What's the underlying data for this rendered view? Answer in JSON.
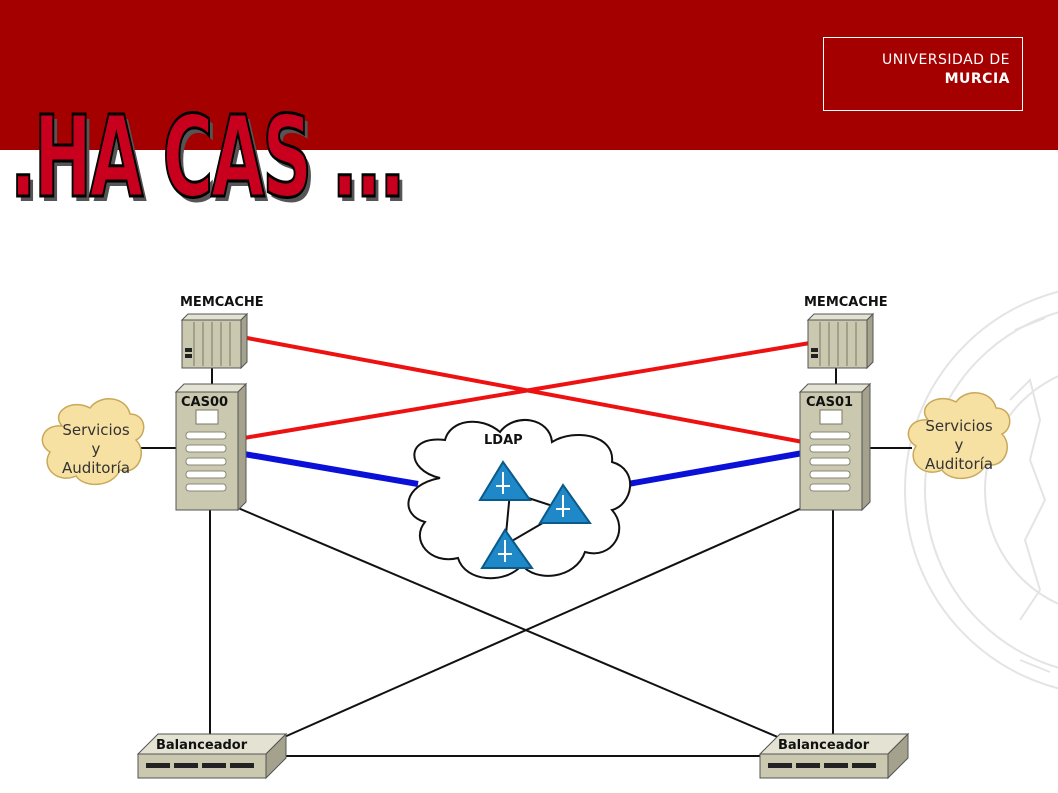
{
  "header": {
    "logo_line1": "UNIVERSIDAD DE",
    "logo_line2": "MURCIA",
    "title": ".HA CAS ..."
  },
  "diagram": {
    "memcache_left": "MEMCACHE",
    "memcache_right": "MEMCACHE",
    "server_left": "CAS00",
    "server_right": "CAS01",
    "ldap": "LDAP",
    "services_left": [
      "Servicios",
      "y",
      "Auditoría"
    ],
    "services_right": [
      "Servicios",
      "y",
      "Auditoría"
    ],
    "balancer_left": "Balanceador",
    "balancer_right": "Balanceador"
  },
  "colors": {
    "banner": "#a50000",
    "title_fill": "#c8001e",
    "memcache_link": "#ee1111",
    "ldap_link": "#0a10d8",
    "device_body": "#cbc8b0",
    "cloud_fill": "#f7e1a2",
    "ldap_node": "#1e88c8"
  },
  "icons": [
    "university-seal-watermark",
    "memcache-server-icon",
    "cas-server-icon",
    "ldap-node-icon",
    "load-balancer-icon",
    "services-cloud-icon",
    "ldap-cloud-icon"
  ]
}
